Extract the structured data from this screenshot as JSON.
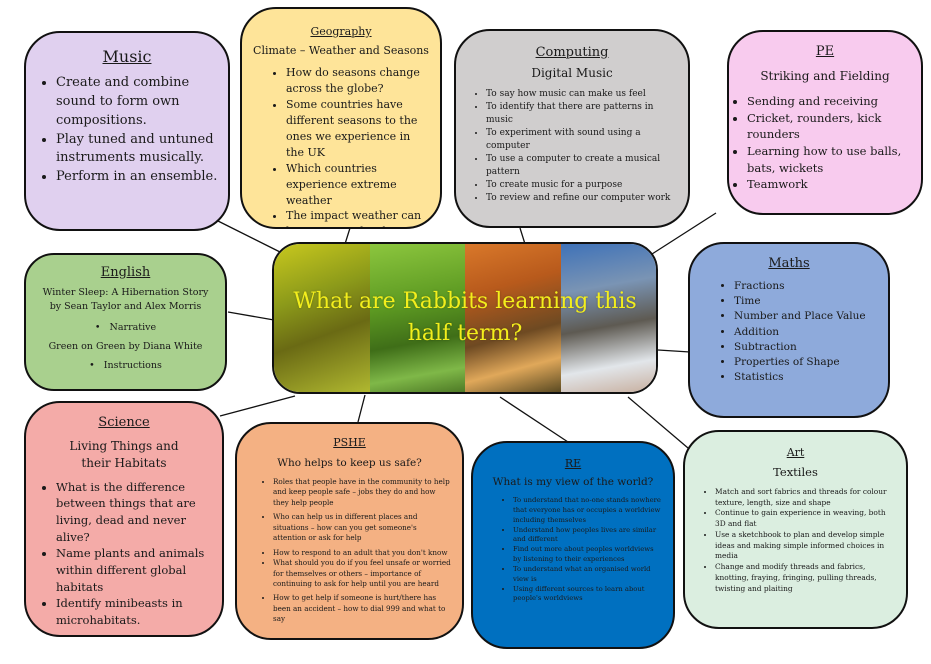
{
  "colors": {
    "music": "#e0d0ef",
    "geography": "#fee499",
    "computing": "#d0cece",
    "pe": "#f8cbee",
    "english": "#a9d08e",
    "maths": "#8eaadb",
    "science": "#f4aba8",
    "pshe": "#f4b183",
    "re": "#0070c0",
    "art": "#dbeee0",
    "center_text": "#f3ee1c"
  },
  "center": {
    "title": "What are Rabbits learning this half term?",
    "image_panels": [
      "spring-tree",
      "summer-tree",
      "autumn-tree",
      "winter-tree"
    ]
  },
  "music": {
    "title": "Music",
    "items": [
      "Create and combine sound to form own compositions.",
      "Play tuned and untuned instruments musically.",
      "Perform in an ensemble."
    ]
  },
  "geography": {
    "title": "Geography",
    "subtitle": "Climate – Weather and Seasons",
    "items": [
      "How do seasons change across the globe?",
      "Some countries have different seasons to the ones we experience in the UK",
      "Which countries experience extreme weather",
      "The impact weather can have on people's lives"
    ]
  },
  "computing": {
    "title": "Computing",
    "subtitle": "Digital Music",
    "items": [
      "To say how music can make us feel",
      "To identify that there are patterns in music",
      "To experiment with sound using a computer",
      "To use a computer to create a musical pattern",
      "To create music for a purpose",
      "To review and refine our computer work"
    ]
  },
  "pe": {
    "title": "PE",
    "subtitle": "Striking and Fielding",
    "items": [
      "Sending and receiving",
      "Cricket, rounders, kick rounders",
      "Learning how to use balls, bats, wickets",
      "Teamwork"
    ]
  },
  "english": {
    "title": "English",
    "book1": "Winter Sleep: A Hibernation Story by Sean Taylor and Alex Morris",
    "book1_item": "Narrative",
    "book2": "Green on Green by Diana White",
    "book2_item": "Instructions"
  },
  "maths": {
    "title": "Maths",
    "items": [
      "Fractions",
      "Time",
      "Number and Place Value",
      "Addition",
      "Subtraction",
      "Properties of Shape",
      "Statistics"
    ]
  },
  "science": {
    "title": "Science",
    "subtitle": "Living Things and their Habitats",
    "items": [
      "What is the difference between things that are living, dead and never alive?",
      "Name plants and animals within different global habitats",
      "Identify minibeasts in microhabitats."
    ]
  },
  "pshe": {
    "title": "PSHE",
    "subtitle": "Who helps to keep us safe?",
    "items": [
      "Roles that people have in the community to help and keep people safe – jobs they do and how they help people",
      "Who can help us in different places and situations – how can you get someone's attention or ask for help",
      "How to respond to an adult that you don't know",
      "What should you do if you feel unsafe or worried for themselves or others – importance of continuing to ask for help until you are heard",
      "How to get help if someone is hurt/there has been an accident – how to dial 999 and what to say"
    ]
  },
  "re": {
    "title": "RE",
    "subtitle": "What is my view of the world?",
    "items": [
      "To understand that no-one stands nowhere that everyone has or occupies a worldview including themselves",
      "Understand how peoples lives are similar and different",
      "Find out more about peoples worldviews by listening to their experiences",
      "To understand what an organised world view is",
      "Using different sources to learn about people's worldviews"
    ]
  },
  "art": {
    "title": "Art",
    "subtitle": "Textiles",
    "items": [
      "Match and sort fabrics and threads for colour texture, length, size and shape",
      "Continue to gain experience in weaving, both 3D and flat",
      "Use a sketchbook to plan and develop simple ideas and making simple informed choices in media",
      "Change and modify threads and fabrics, knotting, fraying, fringing, pulling threads, twisting and plaiting"
    ]
  }
}
